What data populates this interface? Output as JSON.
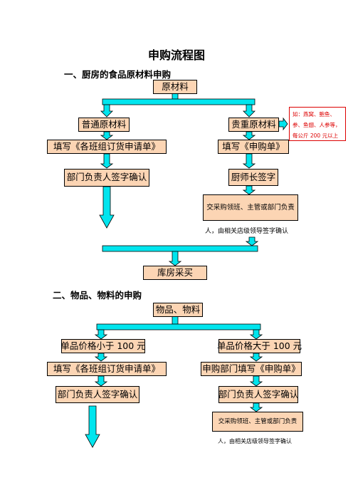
{
  "title": "申购流程图",
  "section1": {
    "heading": "一、厨房的食品原材料申购",
    "root": "原材料",
    "left": [
      "普通原材料",
      "填写《各班组订货申请单》",
      "部门负责人签字确认"
    ],
    "right": [
      "贵重原材料",
      "填写《申购单》",
      "厨师长签字",
      "交采购领班、主管或部门负责"
    ],
    "right_note": "人，由相关店级领导签字确认",
    "callout": "如：燕窝、鲍鱼、参、鱼翅、人参等，每公斤 200 元以上",
    "bottom": "库房采买"
  },
  "section2": {
    "heading": "二、物品、物料的申购",
    "root": "物品、物料",
    "left": [
      "单品价格小于 100 元",
      "填写《各班组订货申请单》",
      "部门负责人签字确认"
    ],
    "right": [
      "单品价格大于 100 元",
      "申购部门填写《申购单》",
      "部门负责人签字确认",
      "交采购领班、主管或部门负责"
    ],
    "right_note": "人，由相关店级领导签字确认"
  },
  "colors": {
    "box_fill": "#fcd5b4",
    "arrow_fill": "#00e5ee",
    "callout": "#dd0000"
  }
}
